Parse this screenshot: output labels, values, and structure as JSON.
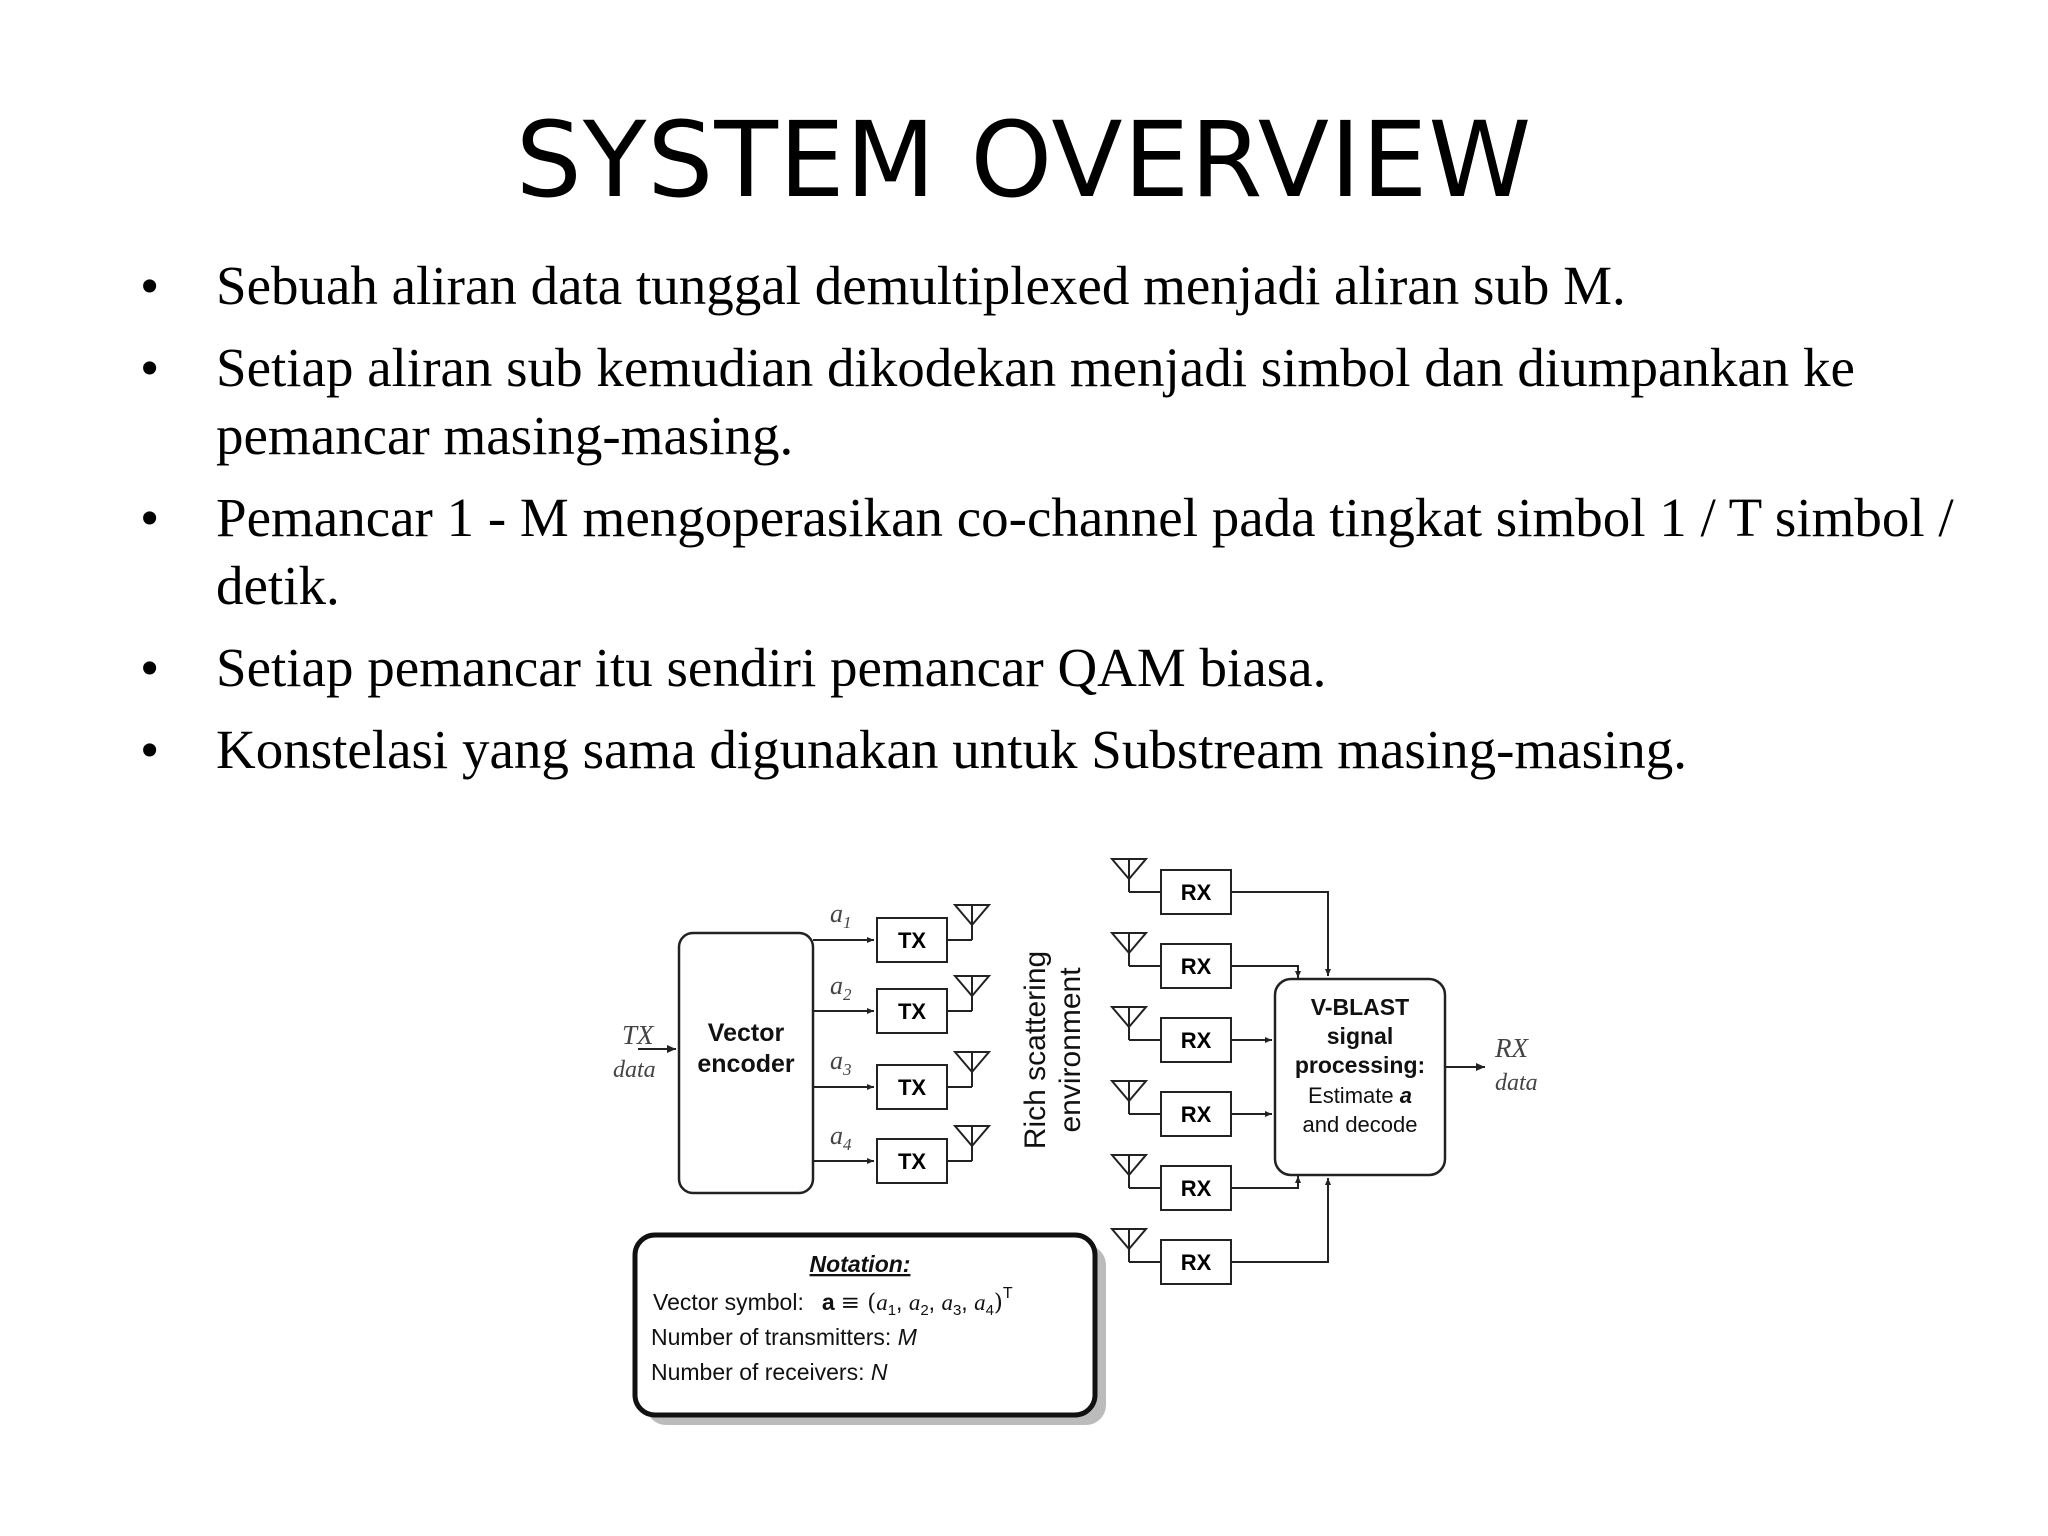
{
  "slide": {
    "title": "SYSTEM OVERVIEW",
    "bullet_glyph": "•",
    "bullets": [
      "Sebuah aliran data tunggal demultiplexed menjadi aliran sub M.",
      "Setiap aliran sub kemudian dikodekan menjadi simbol dan diumpankan ke pemancar masing-masing.",
      "Pemancar 1 - M mengoperasikan co-channel pada tingkat simbol 1 / T simbol / detik.",
      "Setiap pemancar itu sendiri pemancar QAM biasa.",
      "Konstelasi yang sama digunakan untuk Substream masing-masing."
    ]
  },
  "diagram": {
    "tx_data_label": [
      "TX",
      "data"
    ],
    "encoder_label": [
      "Vector",
      "encoder"
    ],
    "stream_labels": [
      {
        "base": "a",
        "sub": "1"
      },
      {
        "base": "a",
        "sub": "2"
      },
      {
        "base": "a",
        "sub": "3"
      },
      {
        "base": "a",
        "sub": "4"
      }
    ],
    "tx_label": "TX",
    "environment_label": [
      "Rich scattering",
      "environment"
    ],
    "rx_label": "RX",
    "processor_label": [
      "V-BLAST",
      "signal",
      "processing:",
      "Estimate",
      "a",
      "and decode"
    ],
    "rx_data_label": [
      "RX",
      "data"
    ],
    "notation": {
      "heading": "Notation:",
      "vector_symbol_label": "Vector symbol:",
      "vector_formula": {
        "bold": "a",
        "eq": "≡ (",
        "terms": [
          "a",
          "1",
          "a",
          "2",
          "a",
          "3",
          "a",
          "4"
        ],
        "close": ")",
        "sup": "T"
      },
      "transmitters_label": "Number of transmitters:",
      "transmitters_symbol": "M",
      "receivers_label": "Number of  receivers:",
      "receivers_symbol": "N"
    }
  }
}
